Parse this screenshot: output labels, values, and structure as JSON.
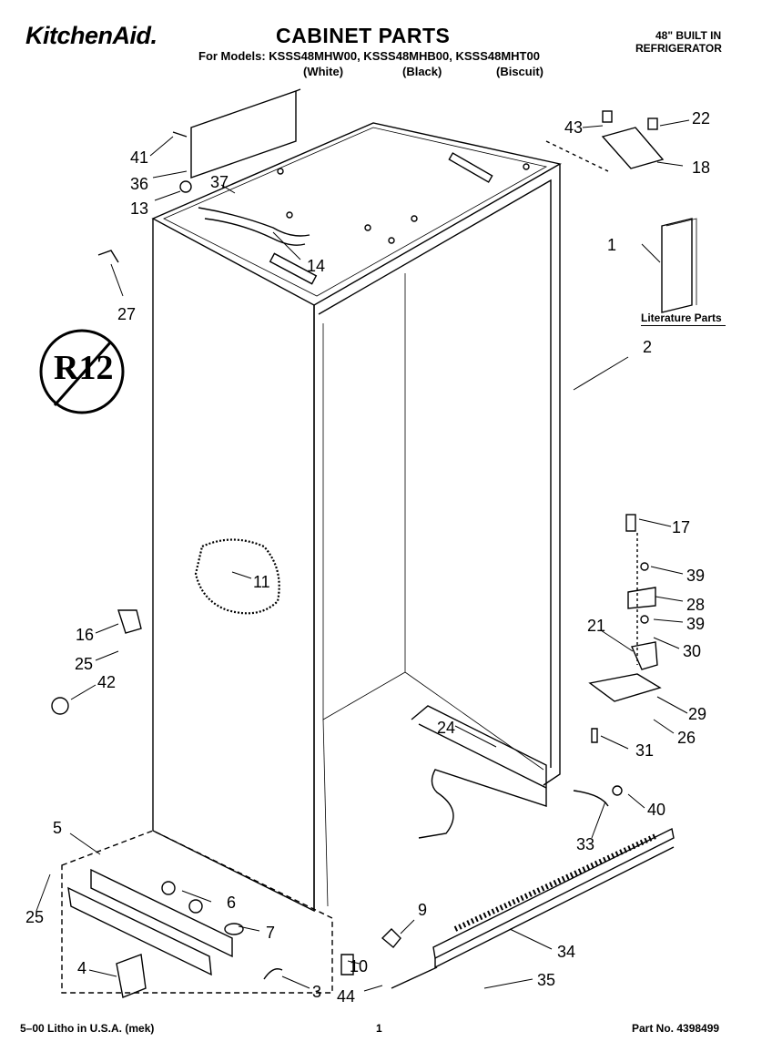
{
  "header": {
    "brand": "KitchenAid.",
    "title": "CABINET PARTS",
    "models": "For Models: KSSS48MHW00, KSSS48MHB00, KSSS48MHT00",
    "colors": [
      "(White)",
      "(Black)",
      "(Biscuit)"
    ],
    "product_line1": "48\" BUILT IN",
    "product_line2": "REFRIGERATOR"
  },
  "literature_label": "Literature Parts",
  "refrigerant_badge": "R12",
  "callouts": [
    "1",
    "2",
    "3",
    "4",
    "5",
    "6",
    "7",
    "9",
    "10",
    "11",
    "13",
    "14",
    "16",
    "17",
    "18",
    "21",
    "22",
    "24",
    "25",
    "25",
    "26",
    "27",
    "28",
    "29",
    "30",
    "31",
    "33",
    "34",
    "35",
    "36",
    "37",
    "39",
    "39",
    "40",
    "41",
    "42",
    "43",
    "44"
  ],
  "footer": {
    "left": "5–00 Litho in U.S.A. (mek)",
    "page": "1",
    "part_no": "Part No. 4398499"
  }
}
